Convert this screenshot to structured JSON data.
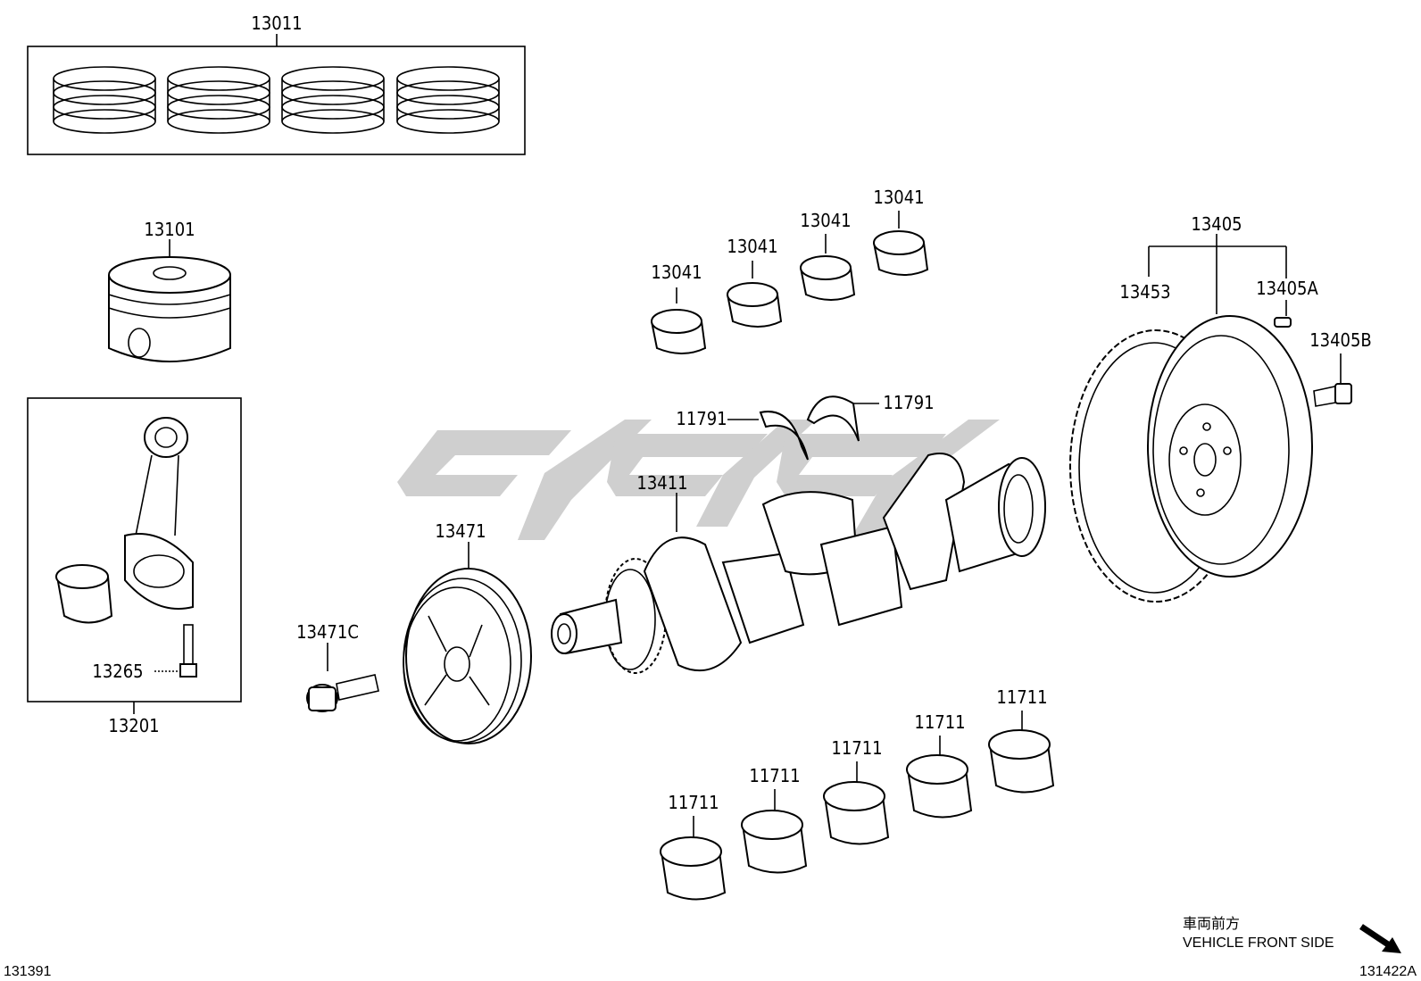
{
  "labels": {
    "piston_ring_set": "13011",
    "piston": "13101",
    "connecting_rod_assy": "13201",
    "connecting_rod_bolt": "13265",
    "crankshaft_pulley": "13471",
    "pulley_bolt": "13471C",
    "crankshaft": "13411",
    "rod_bearing_1": "13041",
    "rod_bearing_2": "13041",
    "rod_bearing_3": "13041",
    "rod_bearing_4": "13041",
    "thrust_washer_left": "11791",
    "thrust_washer_right": "11791",
    "flywheel_assy": "13405",
    "ring_gear": "13453",
    "flywheel_pin": "13405A",
    "flywheel_bolt": "13405B",
    "main_bearing_1": "11711",
    "main_bearing_2": "11711",
    "main_bearing_3": "11711",
    "main_bearing_4": "11711",
    "main_bearing_5": "11711"
  },
  "footer": {
    "diagram_code_left": "131391",
    "diagram_code_right": "131422A",
    "front_side_jp": "車両前方",
    "front_side_en": "VEHICLE FRONT SIDE"
  },
  "colors": {
    "line": "#000000",
    "watermark": "#cfcfcf"
  }
}
